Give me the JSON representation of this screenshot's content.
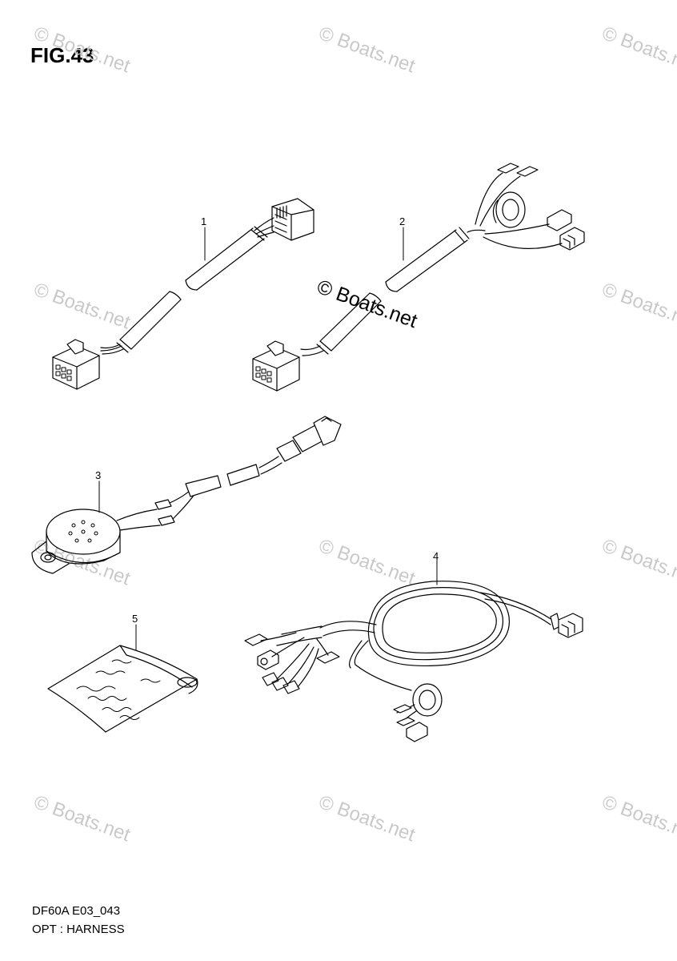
{
  "figure": {
    "title": "FIG.43",
    "caption_code": "DF60A E03_043",
    "caption_name": "OPT : HARNESS"
  },
  "watermark": {
    "text": "© Boats.net",
    "emphasized_text": "© Boats.net"
  },
  "callouts": [
    {
      "label": "1"
    },
    {
      "label": "2"
    },
    {
      "label": "3"
    },
    {
      "label": "4"
    },
    {
      "label": "5"
    }
  ]
}
